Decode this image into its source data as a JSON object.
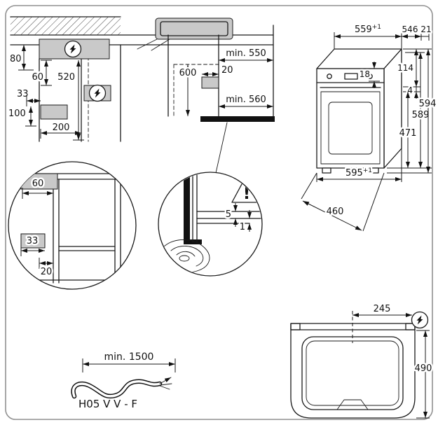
{
  "colors": {
    "line": "#1a1a1a",
    "gray_zone": "#c9c9c9",
    "border": "#909090"
  },
  "icons": {
    "lightning": "lightning-bolt",
    "warning": "warning-triangle"
  },
  "top_left": {
    "d80": "80",
    "d60": "60",
    "d520": "520",
    "d33": "33",
    "d100": "100",
    "d200": "200"
  },
  "cabinet": {
    "min550": "min. 550",
    "d600": "600",
    "d20": "20",
    "min560": "min. 560"
  },
  "oven": {
    "w559": "559",
    "w559_sup": "+1",
    "d546": "546",
    "d21": "21",
    "d18": "18",
    "d114": "114",
    "d4": "4",
    "d589": "589",
    "d594": "594",
    "d471": "471",
    "w595": "595",
    "w595_sup": "+1",
    "d460": "460"
  },
  "detail_left": {
    "d60": "60",
    "d33": "33",
    "d20": "20"
  },
  "detail_gap": {
    "d5": "5",
    "d1": "1",
    "warning": "!"
  },
  "cable": {
    "min1500": "min. 1500",
    "type": "H05 V V - F"
  },
  "top_view": {
    "d245": "245",
    "d490": "490"
  }
}
